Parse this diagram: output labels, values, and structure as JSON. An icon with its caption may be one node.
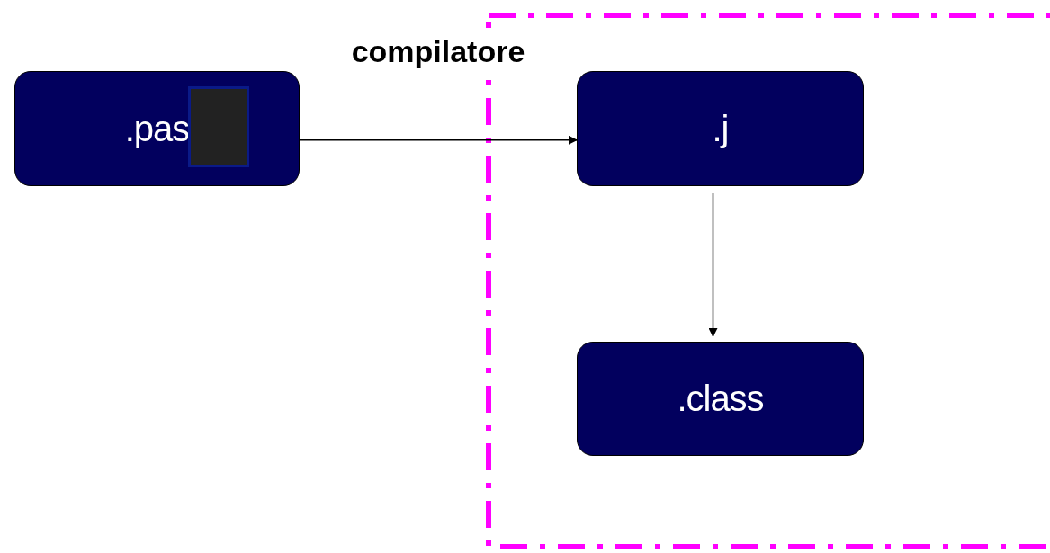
{
  "diagram": {
    "nodes": [
      {
        "text": [
          ".pas"
        ]
      },
      {
        "text": [],
        "shape": "box",
        "in": 0
      },
      {
        "text": [],
        "shape": "box"
      },
      {
        "text": [
          ".j"
        ],
        "in": 2
      },
      {
        "text": [
          ".class"
        ],
        "in": 2
      }
    ],
    "edges": [
      {
        "from": 0,
        "to": 3,
        "arrow": "to",
        "label": "compilatore"
      },
      {
        "from": 3,
        "to": 4,
        "arrow": "to"
      }
    ]
  }
}
